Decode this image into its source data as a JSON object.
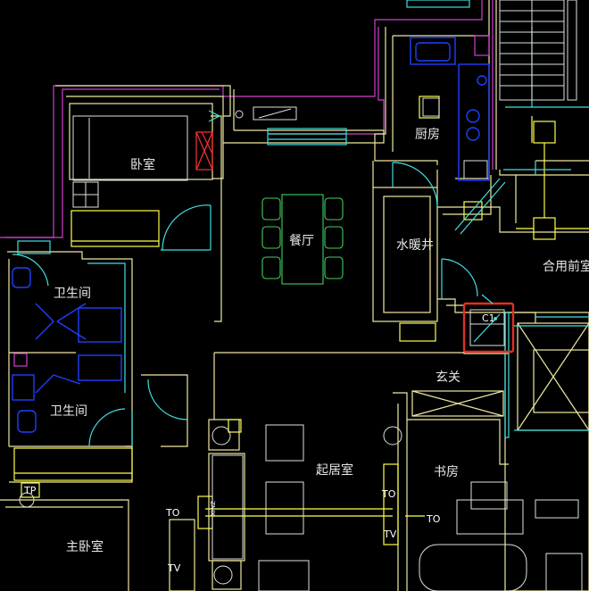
{
  "rooms": {
    "bedroom": "卧室",
    "dining": "餐厅",
    "kitchen": "厨房",
    "water_heating_well": "水暖井",
    "shared_front_room": "合用前室",
    "bathroom_1": "卫生间",
    "bathroom_2": "卫生间",
    "entrance": "玄关",
    "living_room": "起居室",
    "study": "书房",
    "master_bedroom": "主卧室"
  },
  "tags": {
    "c1": "C1",
    "tp": "TP",
    "to_1": "TO",
    "to_2": "TO",
    "to_3": "TO",
    "tv_1": "TV",
    "tv_2": "TV",
    "xinz": "XINZ"
  },
  "colors": {
    "background": "#000000",
    "wall": "#f0e8a0",
    "partition": "#ffff4a",
    "exterior": "#d040d0",
    "window_door": "#40e0e0",
    "furniture": "#40d060",
    "fixture": "#2040ff",
    "highlight": "#ff3030"
  }
}
